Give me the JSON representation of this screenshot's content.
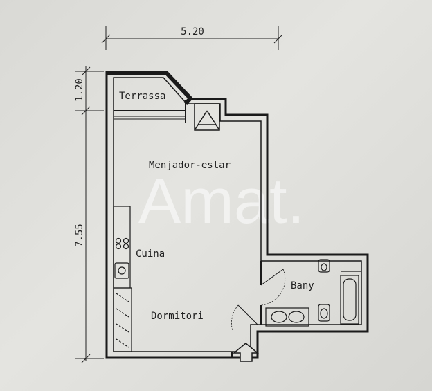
{
  "dimensions": {
    "width": "5.20",
    "height_total": "7.55",
    "height_terrace": "1.20"
  },
  "rooms": {
    "terrace": "Terrassa",
    "living": "Menjador-estar",
    "kitchen": "Cuina",
    "bedroom": "Dormitori",
    "bathroom": "Bany"
  },
  "watermark": "Amat."
}
